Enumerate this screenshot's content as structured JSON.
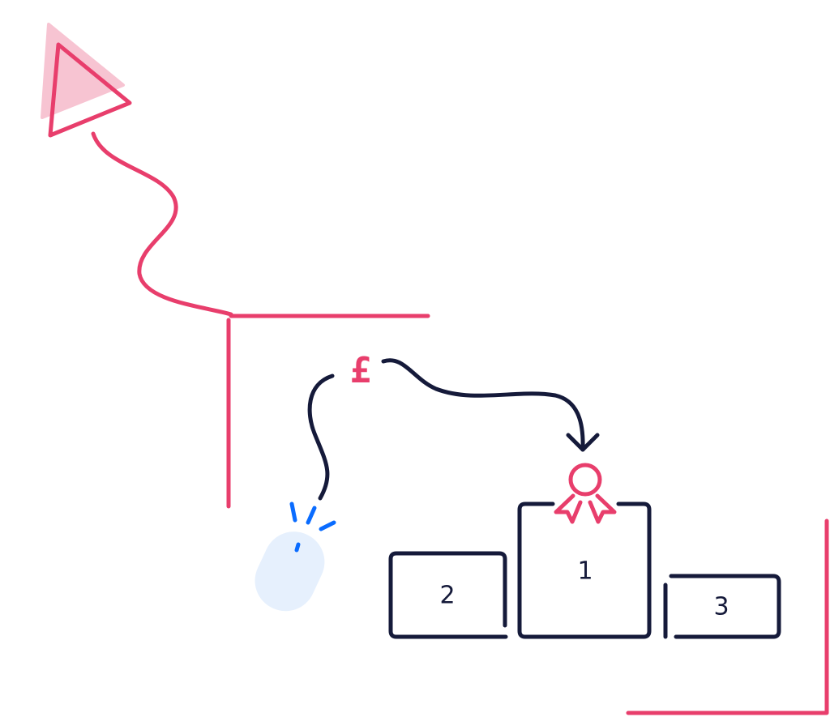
{
  "currency_symbol": "£",
  "podium": {
    "first": "1",
    "second": "2",
    "third": "3"
  },
  "colors": {
    "accent": "#E83E6C",
    "accent_light": "#F7C4D2",
    "ink": "#151A3A",
    "click_blue": "#0A6CFF",
    "mouse_fill": "#E6F0FD"
  }
}
